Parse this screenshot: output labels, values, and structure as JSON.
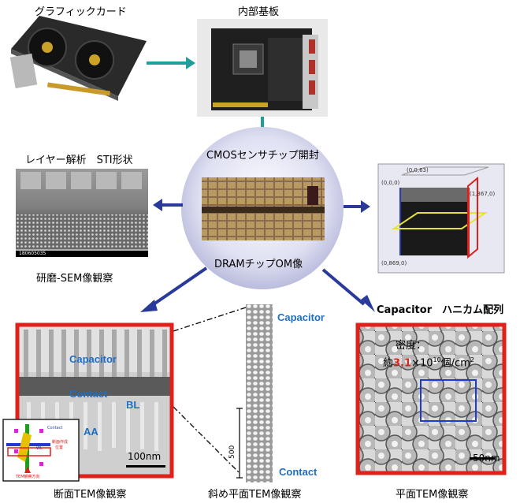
{
  "top": {
    "graphics_card_label": "グラフィックカード",
    "board_label": "内部基板"
  },
  "center": {
    "opening_label": "CMOSセンサチップ開封",
    "om_label": "DRAMチップOM像"
  },
  "left_mid": {
    "title": "レイヤー解析　STI形状",
    "caption": "研磨-SEM像観察",
    "sem_footer": "180605035"
  },
  "right_mid": {
    "coord_top": "(0,0,63)",
    "coord_left": "(0,0,0)",
    "coord_right": "(1,367,0)",
    "coord_bottom": "(0,869,0)"
  },
  "cross_section": {
    "caption": "断面TEM像観察",
    "label_capacitor": "Capacitor",
    "label_contact": "Contact",
    "label_bl": "BL",
    "label_aa": "AA",
    "scale": "100nm",
    "inset_label_contact": "Contact",
    "inset_label_wl": "WL",
    "inset_label_jp1": "断面作成",
    "inset_label_jp2": "位置",
    "inset_arrow_label": "TEM観察方向"
  },
  "oblique": {
    "caption": "斜め平面TEM像観察",
    "label_capacitor": "Capacitor",
    "label_contact": "Contact",
    "scale": "500"
  },
  "plane": {
    "header": "Capacitor　ハニカム配列",
    "density_label": "密度：",
    "density_prefix": "約",
    "density_value": "3.1",
    "density_times": "×10",
    "density_exp": "10",
    "density_unit": "個/cm",
    "density_unit_exp": "2",
    "scale": "50nm",
    "caption": "平面TEM像観察"
  },
  "colors": {
    "teal_arrow": "#1f9e9a",
    "navy_arrow": "#2a3a9a",
    "red_frame": "#e0201b",
    "label_blue": "#1e6fc4",
    "density_red": "#e0201b"
  }
}
